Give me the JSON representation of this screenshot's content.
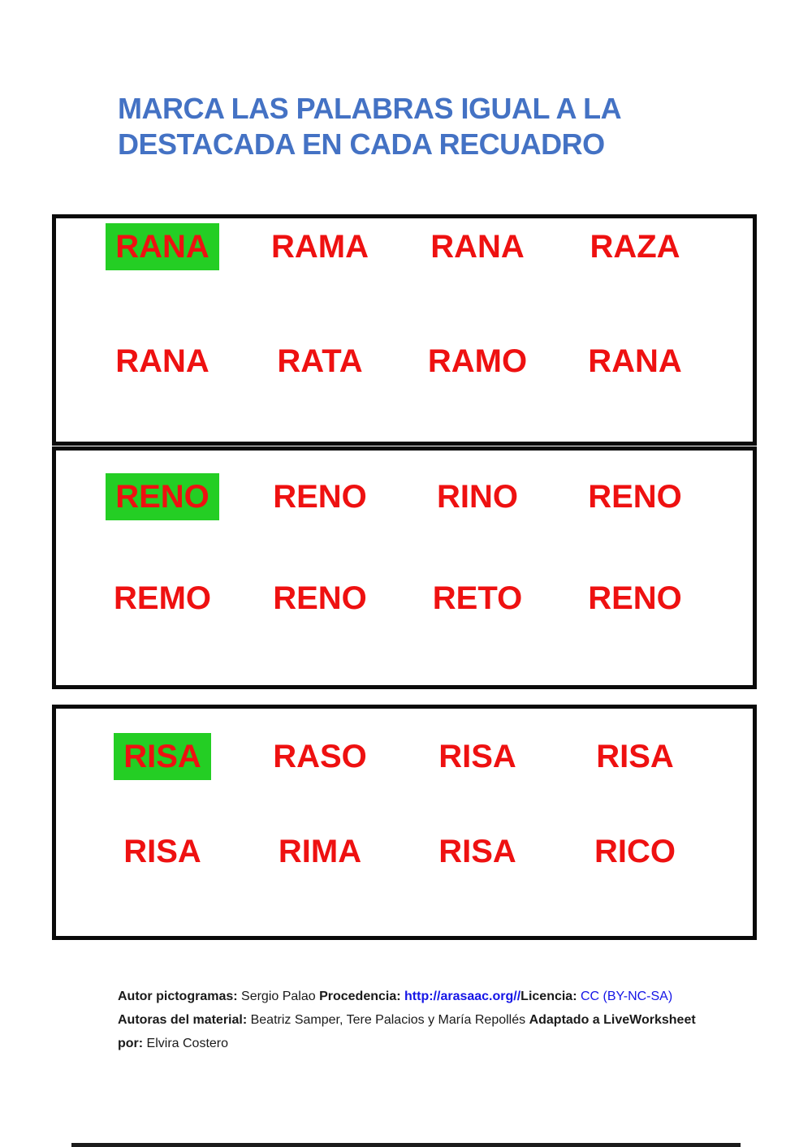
{
  "title": {
    "line1": "MARCA LAS PALABRAS IGUAL A LA",
    "line2": "DESTACADA EN CADA RECUADRO"
  },
  "colors": {
    "title_blue": "#4472C4",
    "word_red": "#EE1111",
    "highlight_green": "#24CE24",
    "box_border": "#0a0a0a",
    "link_blue": "#1515E6"
  },
  "boxes": [
    {
      "target": "RANA",
      "rows": [
        [
          "RANA",
          "RAMA",
          "RANA",
          "RAZA"
        ],
        [
          "RANA",
          "RATA",
          "RAMO",
          "RANA"
        ]
      ]
    },
    {
      "target": "RENO",
      "rows": [
        [
          "RENO",
          "RENO",
          "RINO",
          "RENO"
        ],
        [
          "REMO",
          "RENO",
          "RETO",
          "RENO"
        ]
      ]
    },
    {
      "target": "RISA",
      "rows": [
        [
          "RISA",
          "RASO",
          "RISA",
          "RISA"
        ],
        [
          "RISA",
          "RIMA",
          "RISA",
          "RICO"
        ]
      ]
    }
  ],
  "footer": {
    "segments": {
      "autor_label": "Autor pictogramas: ",
      "autor_value": "Sergio Palao ",
      "procedencia_label": "Procedencia: ",
      "procedencia_link": "http://arasaac.org//",
      "licencia_label": "Licencia: ",
      "licencia_value": "CC (BY-NC-SA) ",
      "autoras_label": "Autoras del material: ",
      "autoras_value": "Beatriz Samper, Tere Palacios y María Repollés ",
      "adaptado_label": "Adaptado a LiveWorksheet por: ",
      "adaptado_value": "Elvira Costero"
    }
  }
}
